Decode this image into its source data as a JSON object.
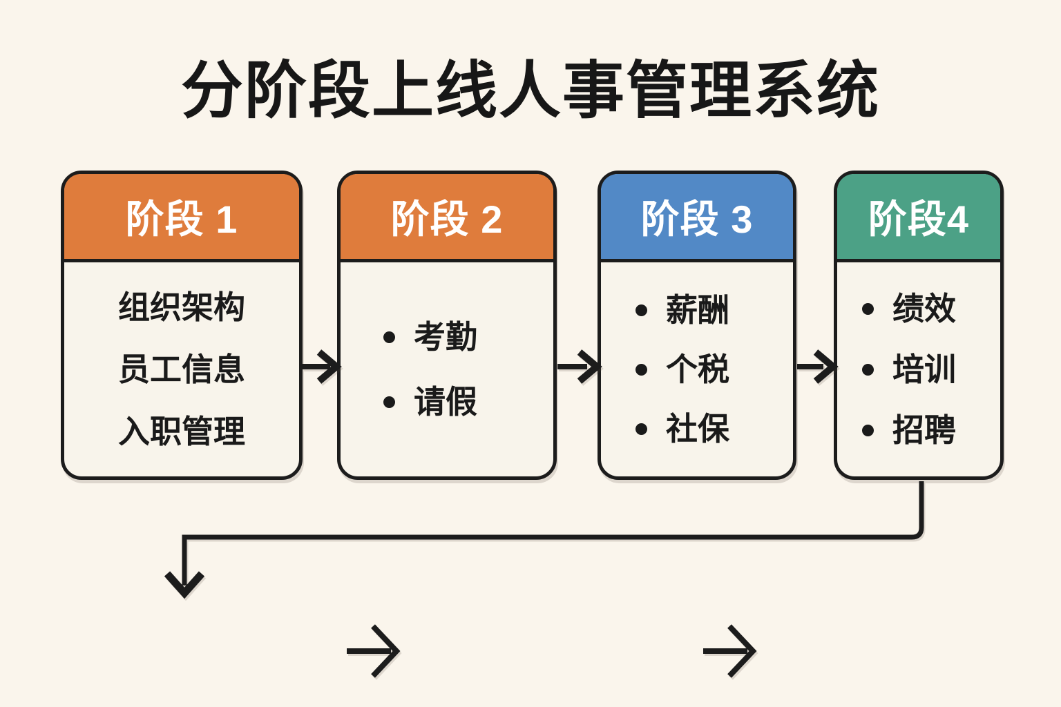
{
  "title": "分阶段上线人事管理系统",
  "colors": {
    "background": "#FAF5EC",
    "card_body": "#F8F4EB",
    "border": "#1C1C1C",
    "text": "#1A1A1A",
    "header_text": "#FFFFFF",
    "stage1_header": "#DF7C3C",
    "stage2_header": "#DF7C3C",
    "stage3_header": "#5289C6",
    "stage4_header": "#4CA186"
  },
  "stages": [
    {
      "label": "阶段 1",
      "header_color": "#DF7C3C",
      "items": [
        {
          "text": "组织架构"
        },
        {
          "text": "员工信息"
        },
        {
          "text": "入职管理"
        }
      ]
    },
    {
      "label": "阶段 2",
      "header_color": "#DF7C3C",
      "items": [
        {
          "text": "考勤"
        },
        {
          "text": "请假"
        }
      ]
    },
    {
      "label": "阶段 3",
      "header_color": "#5289C6",
      "items": [
        {
          "text": "薪酬"
        },
        {
          "text": "个税"
        },
        {
          "text": "社保"
        }
      ]
    },
    {
      "label": "阶段4",
      "header_color": "#4CA186",
      "items": [
        {
          "text": "绩效"
        },
        {
          "text": "培训"
        },
        {
          "text": "招聘"
        }
      ]
    }
  ]
}
